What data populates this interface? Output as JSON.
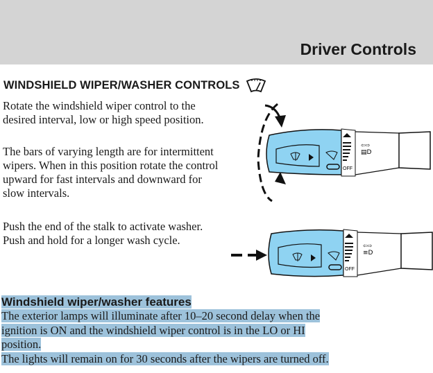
{
  "header": {
    "title": "Driver Controls"
  },
  "section": {
    "title": "WINDSHIELD WIPER/WASHER CONTROLS",
    "icon": "windshield-wiper-icon"
  },
  "paragraphs": [
    "Rotate the windshield wiper control to the desired interval, low or high speed position.",
    "The bars of varying length are for intermittent wipers. When in this position rotate the control upward for fast intervals and downward for slow intervals.",
    "Push the end of the stalk to activate washer. Push and hold for a longer wash cycle."
  ],
  "diagram": {
    "off_label": "OFF"
  },
  "features": {
    "title": "Windshield wiper/washer features",
    "lines": [
      "The exterior lamps will illuminate after 10–20 second delay when the",
      "ignition is ON and the windshield wiper control is in the LO or HI",
      "position.",
      "The lights will remain on for 30 seconds after the wipers are turned off."
    ]
  },
  "colors": {
    "stalk": "#8fd3f2",
    "highlight": "#9dc2db",
    "band": "#d4d4d4"
  }
}
